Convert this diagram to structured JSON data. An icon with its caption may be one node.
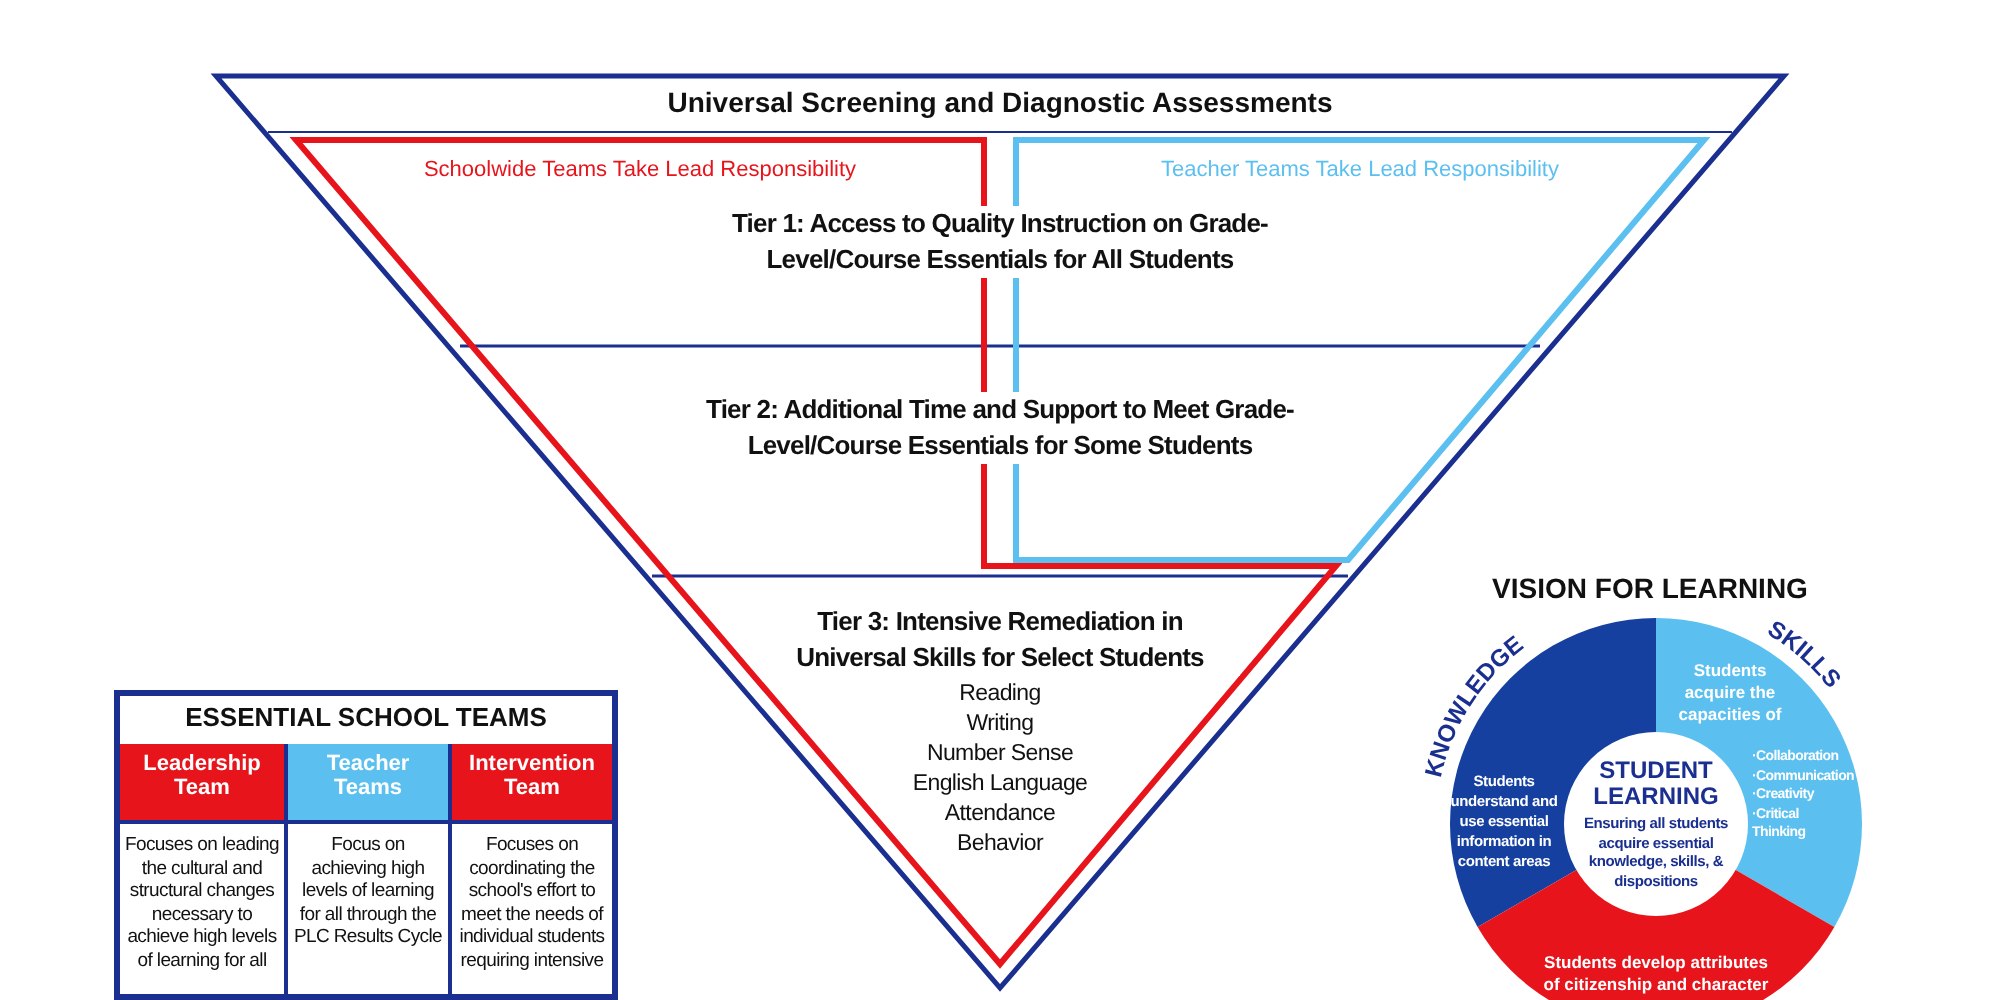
{
  "diagram": {
    "nodes": [
      {
        "text": [
          "Universal Screening and Diagnostic Assessments"
        ]
      },
      {
        "text": [
          "Schoolwide Teams Take Lead Responsibility"
        ],
        "in": 0
      },
      {
        "text": [
          "Teacher Teams Take Lead Responsibility"
        ],
        "in": 0
      },
      {
        "text": [
          "Tier 1: Access to Quality Instruction on Grade-Level/Course Essentials for All Students"
        ],
        "in": 0
      },
      {
        "text": [
          "Tier 2: Additional Time and Support to Meet Grade-Level/Course Essentials for Some Students"
        ],
        "in": 0
      },
      {
        "text": [
          "Tier 3: Intensive Remediation in Universal Skills for Select Students",
          "Reading",
          "Writing",
          "Number Sense",
          "English Language",
          "Attendance",
          "Behavior"
        ],
        "in": 1
      },
      {
        "text": [
          "ESSENTIAL SCHOOL TEAMS"
        ]
      },
      {
        "text": [
          "Leadership Team"
        ],
        "in": 6
      },
      {
        "text": [
          "Teacher Teams"
        ],
        "in": 6
      },
      {
        "text": [
          "Intervention Team"
        ],
        "in": 6
      },
      {
        "text": [
          "Focuses on leading the cultural and structural changes necessary to achieve high levels of learning for all"
        ],
        "in": 6
      },
      {
        "text": [
          "Focus on achieving high levels of learning for all through the PLC Results Cycle"
        ],
        "in": 6
      },
      {
        "text": [
          "Focuses on coordinating the school's effort to meet the needs of individual students requiring intensive"
        ],
        "in": 6
      },
      {
        "text": [
          "VISION FOR LEARNING"
        ]
      },
      {
        "text": [
          "KNOWLEDGE",
          "Students understand and use essential information in content areas"
        ],
        "in": 13
      },
      {
        "text": [
          "SKILLS",
          "Students acquire the capacities of",
          "·Collaboration ·Communication ·Creativity ·Critical Thinking"
        ],
        "in": 13
      },
      {
        "text": [
          "Students develop attributes of citizenship and character"
        ],
        "in": 13
      },
      {
        "text": [
          "STUDENT LEARNING",
          "Ensuring all students acquire essential knowledge, skills, & dispositions"
        ],
        "in": 13
      }
    ],
    "edges": []
  }
}
